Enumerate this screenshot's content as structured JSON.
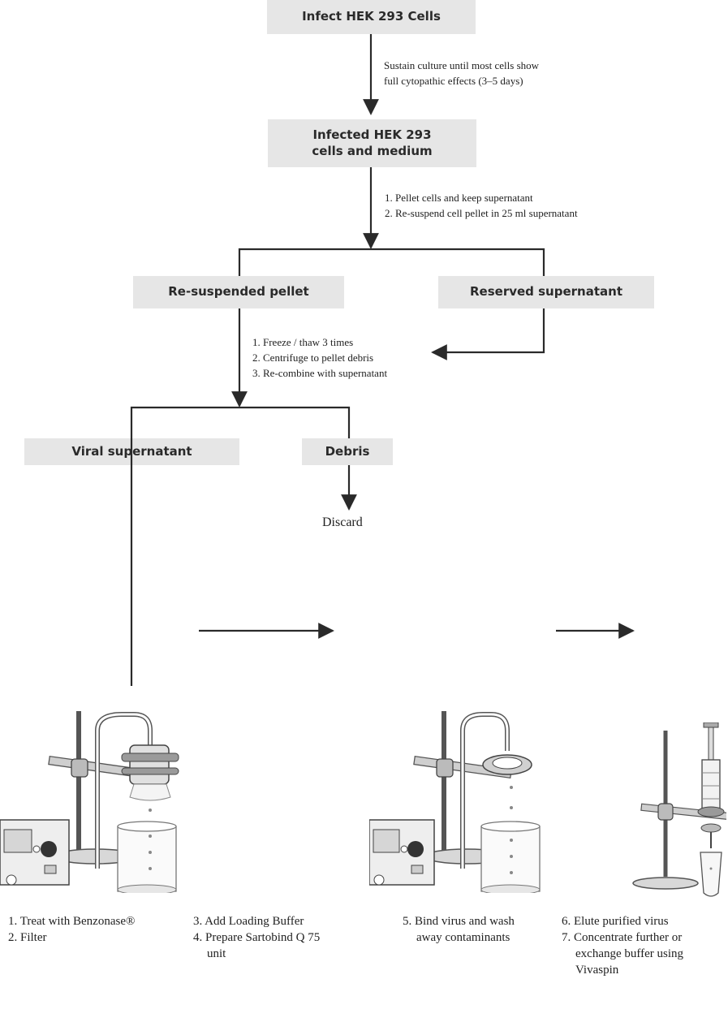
{
  "boxes": {
    "infect": "Infect HEK 293 Cells",
    "infected": [
      "Infected HEK 293",
      "cells and medium"
    ],
    "resuspended": "Re-suspended pellet",
    "reserved": "Reserved supernatant",
    "viral": "Viral supernatant",
    "debris": "Debris"
  },
  "notes": {
    "step1": [
      "Sustain culture until most cells show",
      "full cytopathic effects (3–5 days)"
    ],
    "step2": [
      "1. Pellet cells and keep supernatant",
      "2. Re-suspend cell pellet in 25 ml supernatant"
    ],
    "step3": [
      "1. Freeze / thaw 3 times",
      "2. Centrifuge to pellet debris",
      "3. Re-combine with supernatant"
    ]
  },
  "discard": "Discard",
  "captions": {
    "c1": [
      "1. Treat with Benzonase®",
      "2. Filter"
    ],
    "c2": [
      "3. Add Loading Buffer",
      "4. Prepare Sartobind Q 75",
      "unit"
    ],
    "c3": [
      "5. Bind virus and wash",
      "away contaminants"
    ],
    "c4": [
      "6. Elute purified virus",
      "7. Concentrate further or",
      "exchange buffer using",
      "Vivaspin"
    ]
  },
  "colors": {
    "box_fill": "#e6e6e6",
    "line": "#2a2a2a",
    "apparatus_dark": "#555555",
    "apparatus_light": "#cfcfcf"
  }
}
